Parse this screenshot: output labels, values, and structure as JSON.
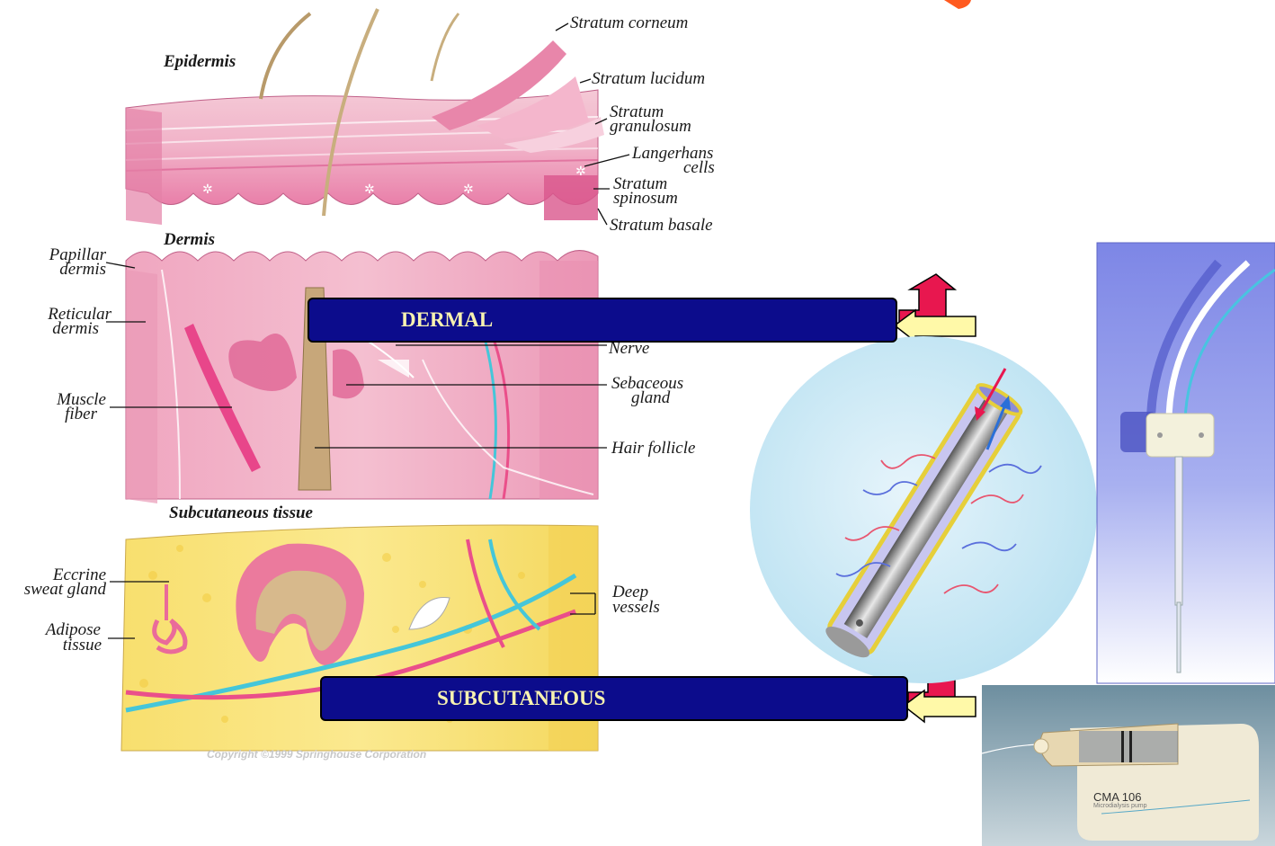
{
  "diagram": {
    "sections": {
      "epidermis": "Epidermis",
      "dermis": "Dermis",
      "subcutaneous": "Subcutaneous tissue"
    },
    "labels": {
      "stratum_corneum": "Stratum corneum",
      "stratum_lucidum": "Stratum lucidum",
      "stratum_granulosum_1": "Stratum",
      "stratum_granulosum_2": "granulosum",
      "langerhans_1": "Langerhans",
      "langerhans_2": "cells",
      "stratum_spinosum_1": "Stratum",
      "stratum_spinosum_2": "spinosum",
      "stratum_basale": "Stratum basale",
      "papillar_1": "Papillar",
      "papillar_2": "dermis",
      "reticular_1": "Reticular",
      "reticular_2": "dermis",
      "muscle_1": "Muscle",
      "muscle_2": "fiber",
      "nerve": "Nerve",
      "sebaceous_1": "Sebaceous",
      "sebaceous_2": "gland",
      "hair_follicle": "Hair follicle",
      "eccrine_1": "Eccrine",
      "eccrine_2": "sweat gland",
      "adipose_1": "Adipose",
      "adipose_2": "tissue",
      "deep_1": "Deep",
      "deep_2": "vessels"
    },
    "copyright": "Copyright ©1999 Springhouse Corporation"
  },
  "banners": {
    "dermal": "DERMAL",
    "subcutaneous": "SUBCUTANEOUS"
  },
  "device": {
    "model": "CMA 106",
    "subtitle": "Microdialysis pump"
  },
  "colors": {
    "banner_bg": "#0c0c8c",
    "banner_text": "#f7f2b0",
    "arrow_red": "#e8174f",
    "arrow_yellow": "#fff9a8",
    "title_orange": "#ff5a1f"
  }
}
